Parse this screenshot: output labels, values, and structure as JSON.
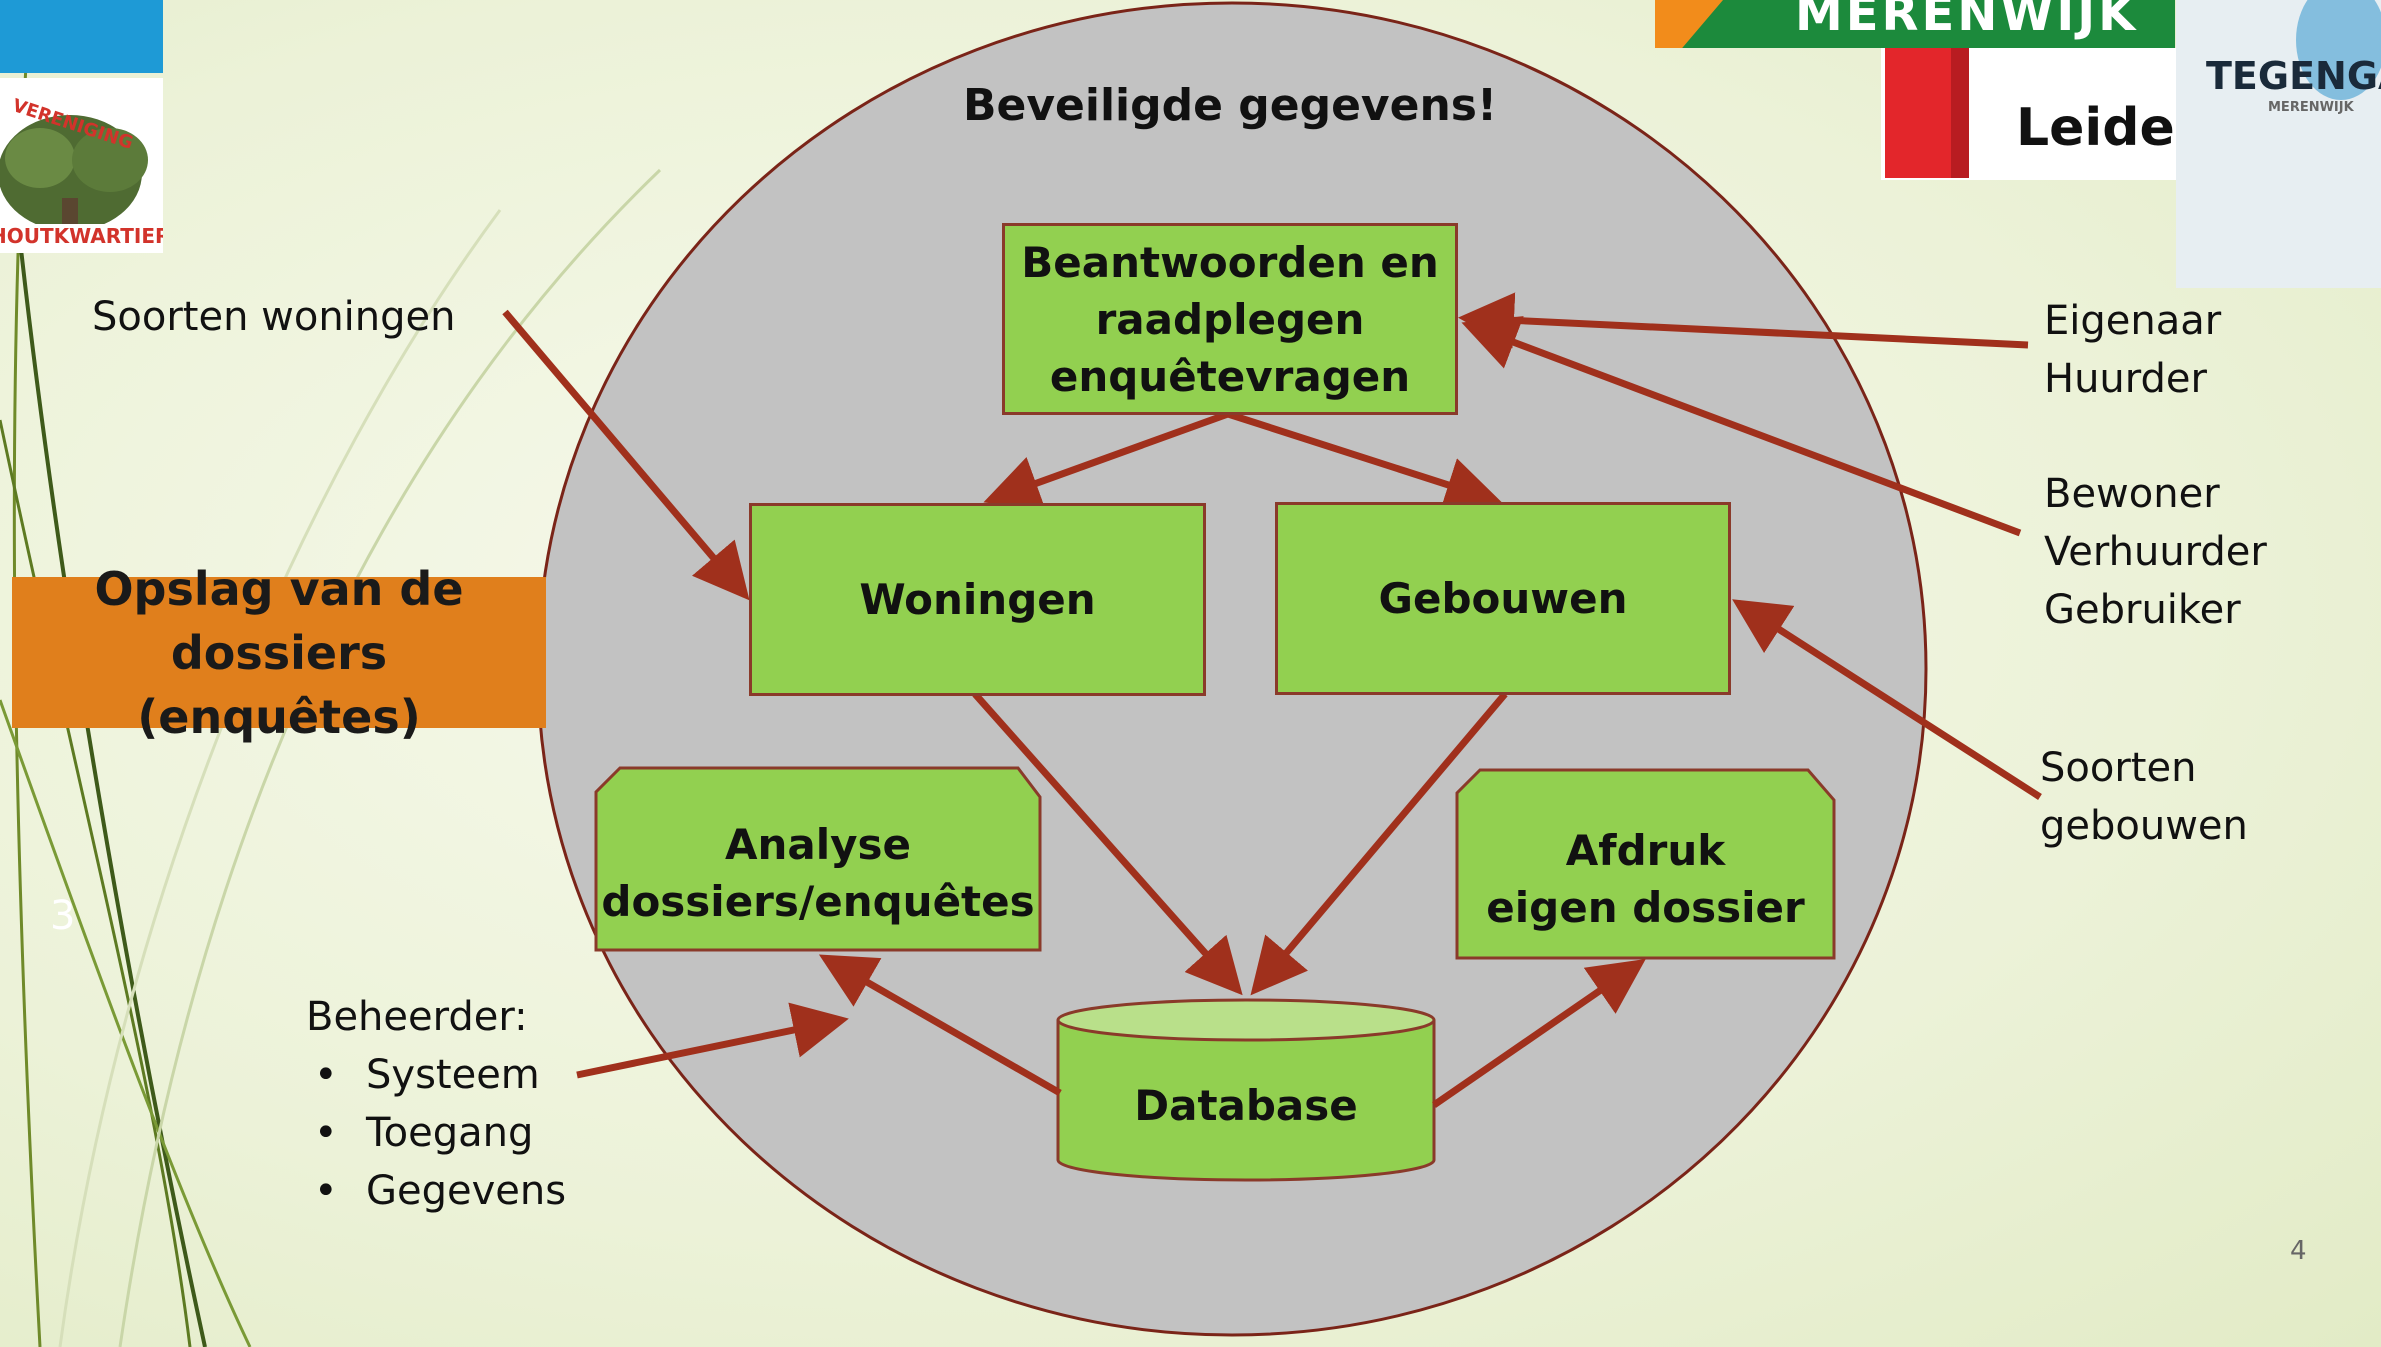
{
  "title": "Beveiligde gegevens!",
  "side_box": "Opslag van de dossiers (enquêtes)",
  "nodes": {
    "enquete": [
      "Beantwoorden en",
      "raadplegen",
      "enquêtevragen"
    ],
    "woningen": "Woningen",
    "gebouwen": "Gebouwen",
    "analyse": [
      "Analyse",
      "dossiers/enquêtes"
    ],
    "afdruk": [
      "Afdruk",
      "eigen dossier"
    ],
    "database": "Database"
  },
  "labels": {
    "soorten_woningen": "Soorten woningen",
    "roles_1": [
      "Eigenaar",
      "Huurder"
    ],
    "roles_2": [
      "Bewoner",
      "Verhuurder",
      "Gebruiker"
    ],
    "soorten_gebouwen": [
      "Soorten",
      "gebouwen"
    ],
    "beheerder_title": "Beheerder:",
    "beheerder_items": [
      "Systeem",
      "Toegang",
      "Gegevens"
    ]
  },
  "logos": {
    "merenwijk": "MERENWIJK",
    "leiden": "Leiden",
    "tegenga": "TEGENGA",
    "tegenga_sub": "MERENWIJK",
    "vereniging_top": "VERENIGING",
    "vereniging_bottom": "HOUTKWARTIER"
  },
  "slide_number": "4",
  "stray_number": "3",
  "colors": {
    "box_fill": "#92d050",
    "box_border": "#8a3a2a",
    "arrow": "#a0301c",
    "circle": "#c2c2c2",
    "orange": "#e07f1c"
  }
}
